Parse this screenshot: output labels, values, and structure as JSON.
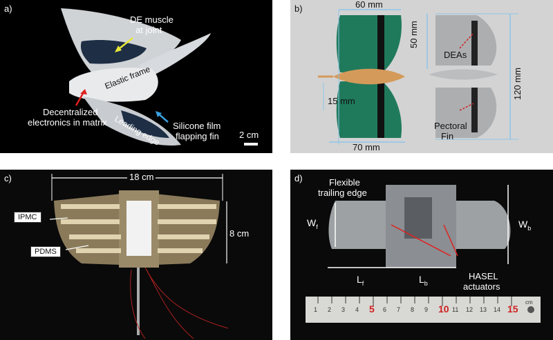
{
  "panel_a": {
    "letter": "a)",
    "labels": {
      "de_muscle_line1": "DE muscle",
      "de_muscle_line2": "at joint",
      "elastic_frame": "Elastic frame",
      "decentralized_line1": "Decentralized",
      "decentralized_line2": "electronics in matrix",
      "leading_edge": "Leading edge",
      "silicone_line1": "Silicone film",
      "silicone_line2": "flapping fin",
      "scale": "2 cm"
    },
    "colors": {
      "background": "#000000",
      "arrow_yellow": "#e8e83a",
      "arrow_red": "#e02020",
      "arrow_blue": "#3aa0e0"
    }
  },
  "panel_b": {
    "letter": "b)",
    "labels": {
      "width_top": "60 mm",
      "height_fin": "50 mm",
      "deas": "DEAs",
      "body_width": "15 mm",
      "total_height": "120 mm",
      "pectoral_line1": "Pectoral",
      "pectoral_line2": "Fin",
      "width_bottom": "70 mm"
    },
    "colors": {
      "background": "#d3d3d3",
      "fin_green": "#1f7a5c",
      "dimension_blue": "#8ec4ea"
    }
  },
  "panel_c": {
    "letter": "c)",
    "labels": {
      "width": "18 cm",
      "height": "8 cm",
      "ipmc": "IPMC",
      "pdms": "PDMS"
    },
    "colors": {
      "background": "#0a0a0a",
      "wire_red": "#b02020"
    }
  },
  "panel_d": {
    "letter": "d)",
    "labels": {
      "trailing_line1": "Flexible",
      "trailing_line2": "trailing edge",
      "wf_main": "W",
      "wf_sub": "f",
      "wb_main": "W",
      "wb_sub": "b",
      "lf_main": "L",
      "lf_sub": "f",
      "lb_main": "L",
      "lb_sub": "b",
      "hasel_line1": "HASEL",
      "hasel_line2": "actuators"
    },
    "ruler": {
      "numbers": [
        "1",
        "2",
        "3",
        "4",
        "5",
        "6",
        "7",
        "8",
        "9",
        "10",
        "11",
        "12",
        "13",
        "14",
        "15"
      ],
      "unit": "cm"
    },
    "colors": {
      "background": "#0a0a0a",
      "ruler_red": "#d02020"
    }
  }
}
